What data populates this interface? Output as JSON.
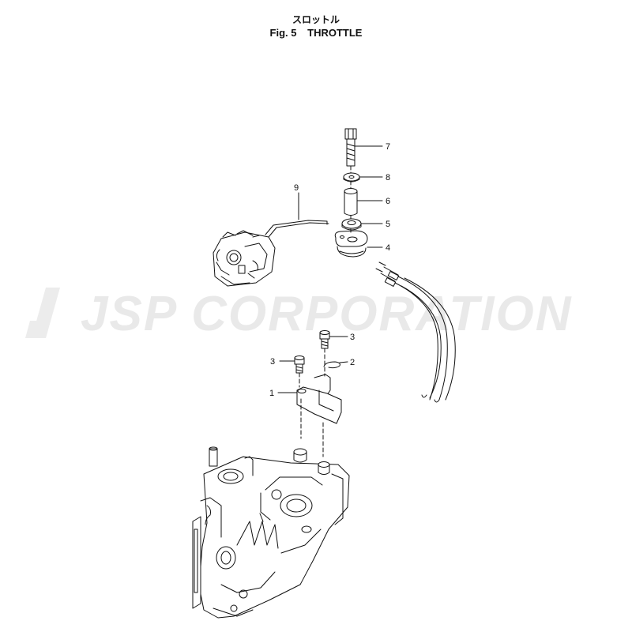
{
  "title": {
    "japanese": "スロットル",
    "fig_label": "Fig. 5",
    "name": "THROTTLE"
  },
  "watermark": {
    "text": "JSP CORPORATION",
    "color": "#e9e9e9"
  },
  "callouts": {
    "c7": "7",
    "c8": "8",
    "c6": "6",
    "c5": "5",
    "c4": "4",
    "c9": "9",
    "c3a": "3",
    "c3b": "3",
    "c2": "2",
    "c1": "1"
  },
  "colors": {
    "line": "#111111",
    "background": "#ffffff"
  }
}
